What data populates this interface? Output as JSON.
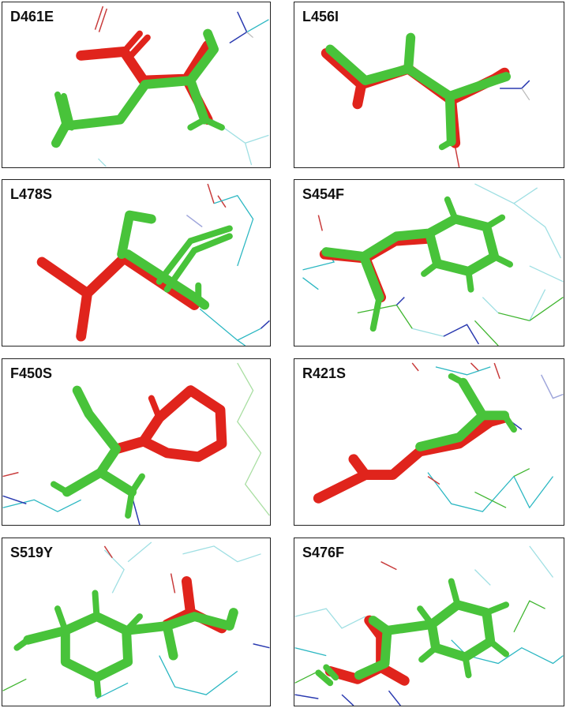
{
  "panels": [
    {
      "label": "D461E"
    },
    {
      "label": "L456I"
    },
    {
      "label": "L478S"
    },
    {
      "label": "S454F"
    },
    {
      "label": "F450S"
    },
    {
      "label": "R421S"
    },
    {
      "label": "S519Y"
    },
    {
      "label": "S476F"
    }
  ],
  "colors": {
    "wild_type": "#e0241c",
    "mutant": "#48c33a",
    "backbone_cyan": "#2bb7c2",
    "nitrogen": "#2a3ab0",
    "frame": "#222222"
  }
}
